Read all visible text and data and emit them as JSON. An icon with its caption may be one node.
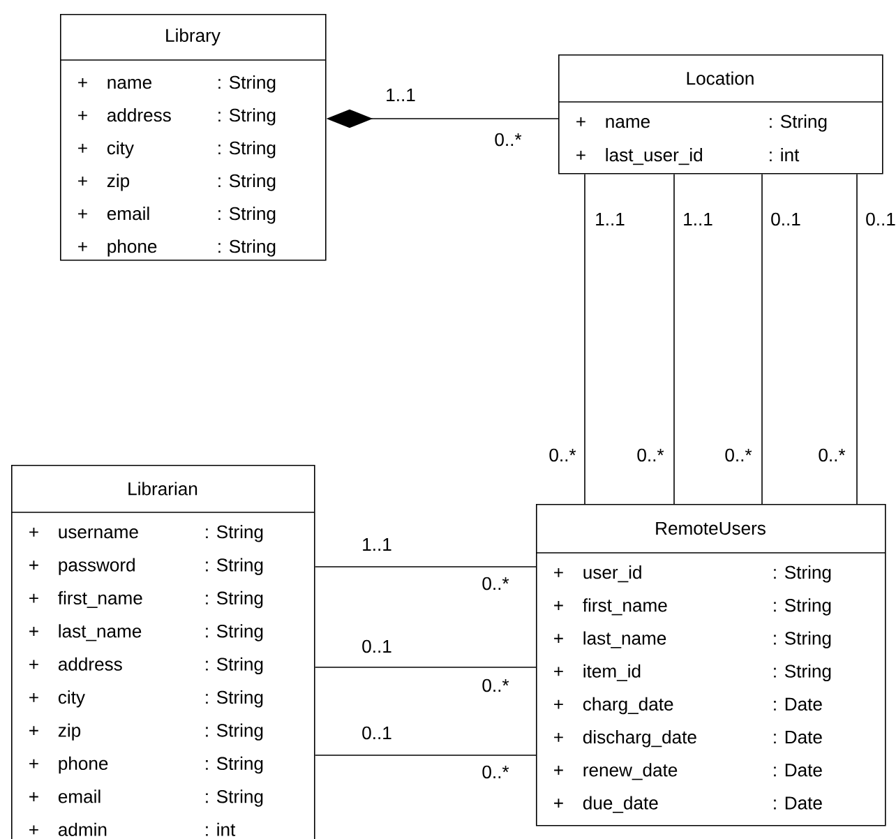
{
  "diagram": {
    "nodes": [
      {
        "text": [
          "Library",
          "+",
          "name",
          ": String",
          "+",
          "address",
          ": String",
          "+",
          "city",
          ": String",
          "+",
          "zip",
          ": String",
          "+",
          "email",
          ": String",
          "+",
          "phone",
          ": String"
        ]
      },
      {
        "text": [
          "Location",
          "+",
          "name",
          ": String",
          "+",
          "last_user_id",
          ": int"
        ]
      },
      {
        "text": [
          "Librarian",
          "+",
          "username",
          ": String",
          "+",
          "password",
          ": String",
          "+",
          "first_name",
          ": String",
          "+",
          "last_name",
          ": String",
          "+",
          "address",
          ": String",
          "+",
          "city",
          ": String",
          "+",
          "zip",
          ": String",
          "+",
          "phone",
          ": String",
          "+",
          "email",
          ": String",
          "+",
          "admin",
          ": int"
        ]
      },
      {
        "text": [
          "RemoteUsers",
          "+",
          "user_id",
          ": String",
          "+",
          "first_name",
          ": String",
          "+",
          "last_name",
          ": String",
          "+",
          "item_id",
          ": String",
          "+",
          "charg_date",
          ": Date",
          "+",
          "discharg_date",
          ": Date",
          "+",
          "renew_date",
          ": Date",
          "+",
          "due_date",
          ": Date"
        ]
      }
    ],
    "edges": [
      {
        "from": 0,
        "to": 1,
        "arrow": "other"
      },
      {
        "from": 1,
        "to": 3,
        "arrow": "none"
      },
      {
        "from": 1,
        "to": 3,
        "arrow": "none"
      },
      {
        "from": 1,
        "to": 3,
        "arrow": "none"
      },
      {
        "from": 1,
        "to": 3,
        "arrow": "none"
      },
      {
        "from": 2,
        "to": 3,
        "arrow": "none"
      },
      {
        "from": 2,
        "to": 3,
        "arrow": "none"
      },
      {
        "from": 2,
        "to": 3,
        "arrow": "none"
      }
    ],
    "labels": [
      "1..1",
      "0..*",
      "1..1",
      "1..1",
      "0..1",
      "0..1",
      "0..*",
      "0..*",
      "0..*",
      "0..*",
      "1..1",
      "0..*",
      "0..1",
      "0..*",
      "0..1",
      "0..*"
    ]
  }
}
